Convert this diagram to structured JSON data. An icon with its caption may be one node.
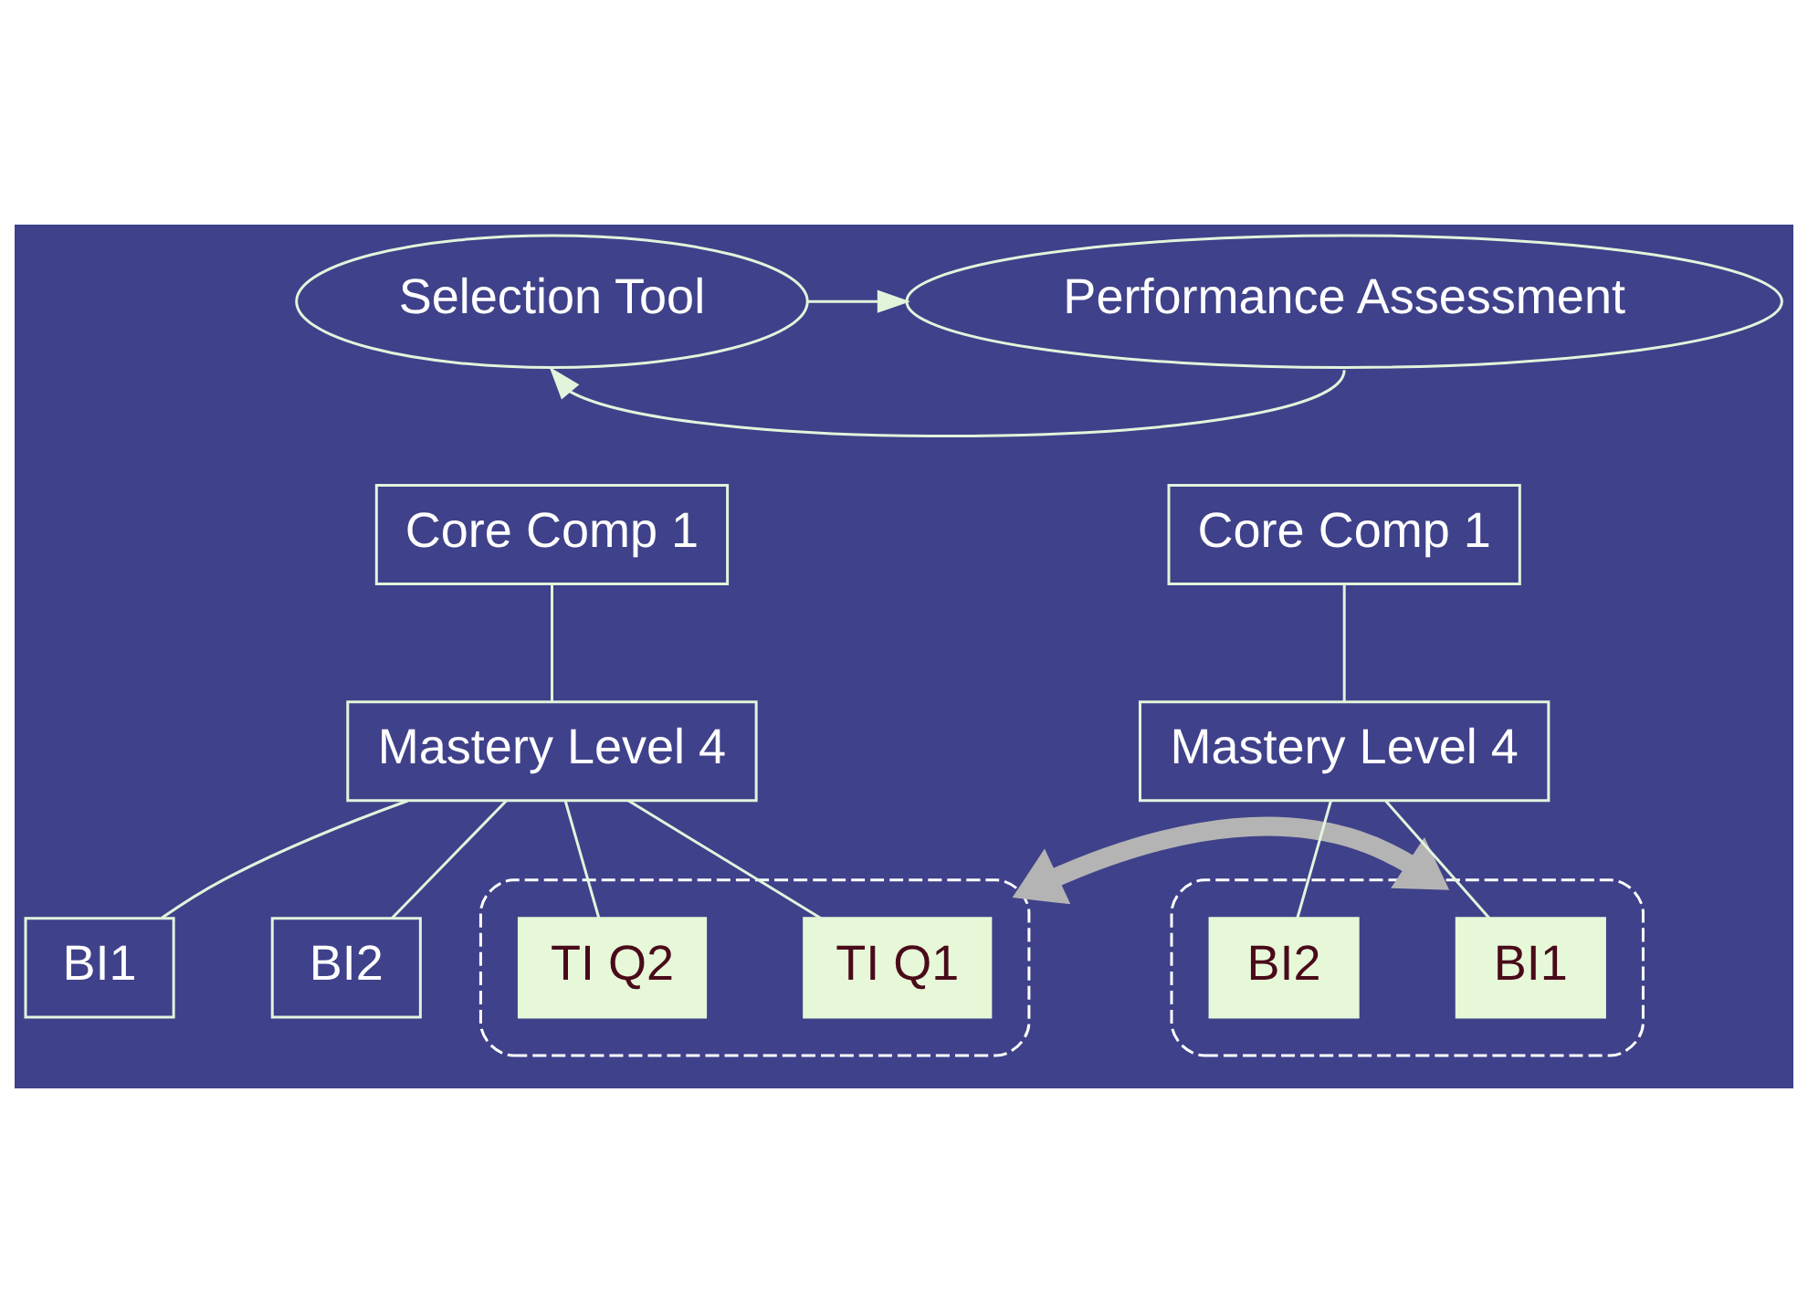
{
  "diagram": {
    "nodes": [
      {
        "text": [
          "Selection Tool"
        ]
      },
      {
        "text": [
          "Performance Assessment"
        ]
      },
      {
        "text": [
          "Core Comp 1"
        ]
      },
      {
        "text": [
          "Mastery Level 4"
        ]
      },
      {
        "text": [
          "BI1"
        ]
      },
      {
        "text": [
          "BI2"
        ]
      },
      {
        "text": [],
        "shape": "ellipse"
      },
      {
        "text": [
          "TI Q1"
        ],
        "in": 6
      },
      {
        "text": [
          "TI Q2"
        ],
        "in": 6
      },
      {
        "text": [
          "Core Comp 1"
        ]
      },
      {
        "text": [
          "Mastery Level 4"
        ]
      },
      {
        "text": [],
        "shape": "ellipse"
      },
      {
        "text": [
          "BI1"
        ],
        "in": 11
      },
      {
        "text": [
          "BI2"
        ],
        "in": 11
      }
    ],
    "edges": [
      {
        "from": 0,
        "to": 1,
        "arrow": "to"
      },
      {
        "from": 1,
        "to": 0,
        "arrow": "to"
      },
      {
        "from": 2,
        "to": 3,
        "arrow": "none"
      },
      {
        "from": 3,
        "to": 4,
        "arrow": "none"
      },
      {
        "from": 3,
        "to": 5,
        "arrow": "none"
      },
      {
        "from": 3,
        "to": 7,
        "arrow": "none"
      },
      {
        "from": 3,
        "to": 8,
        "arrow": "none"
      },
      {
        "from": 9,
        "to": 10,
        "arrow": "none"
      },
      {
        "from": 10,
        "to": 12,
        "arrow": "none"
      },
      {
        "from": 10,
        "to": 13,
        "arrow": "none"
      },
      {
        "from": 6,
        "to": 11,
        "arrow": "both",
        "style": "thick",
        "color": "#b4b4b4"
      }
    ]
  }
}
